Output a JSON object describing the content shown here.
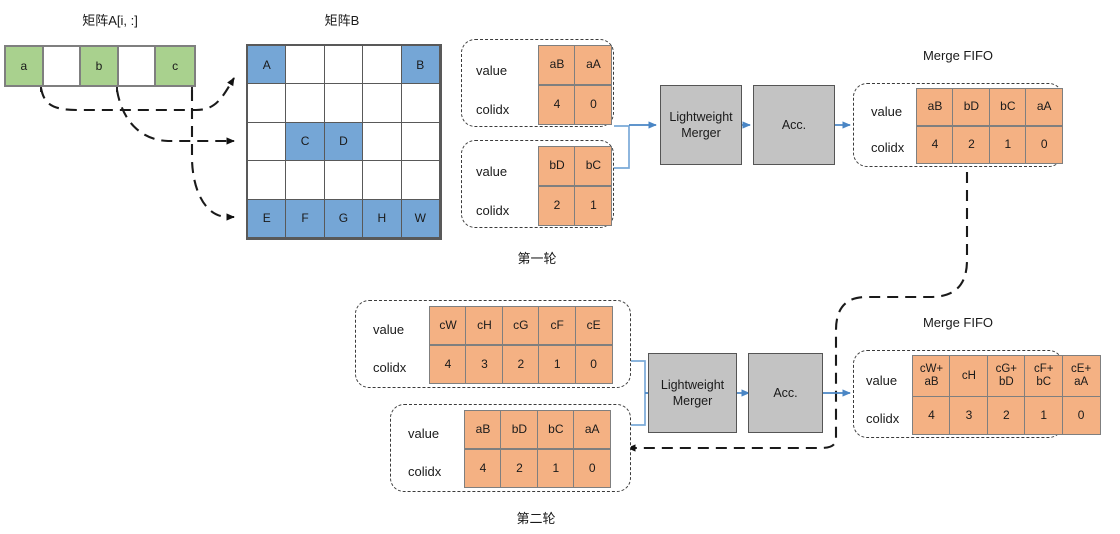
{
  "titles": {
    "matrix_a": "矩阵A[i, :]",
    "matrix_b": "矩阵B",
    "round1": "第一轮",
    "round2": "第二轮",
    "merge_fifo_1": "Merge FIFO",
    "merge_fifo_2": "Merge FIFO"
  },
  "matrix_a": {
    "cells": [
      {
        "label": "a",
        "filled": true
      },
      {
        "label": "",
        "filled": false
      },
      {
        "label": "b",
        "filled": true
      },
      {
        "label": "",
        "filled": false
      },
      {
        "label": "c",
        "filled": true
      }
    ],
    "fill_color": "#a9d18e"
  },
  "matrix_b": {
    "rows": [
      [
        {
          "label": "A",
          "filled": true
        },
        {
          "label": "",
          "filled": false
        },
        {
          "label": "",
          "filled": false
        },
        {
          "label": "",
          "filled": false
        },
        {
          "label": "B",
          "filled": true
        }
      ],
      [
        {
          "label": "",
          "filled": false
        },
        {
          "label": "",
          "filled": false
        },
        {
          "label": "",
          "filled": false
        },
        {
          "label": "",
          "filled": false
        },
        {
          "label": "",
          "filled": false
        }
      ],
      [
        {
          "label": "",
          "filled": false
        },
        {
          "label": "C",
          "filled": true
        },
        {
          "label": "D",
          "filled": true
        },
        {
          "label": "",
          "filled": false
        },
        {
          "label": "",
          "filled": false
        }
      ],
      [
        {
          "label": "",
          "filled": false
        },
        {
          "label": "",
          "filled": false
        },
        {
          "label": "",
          "filled": false
        },
        {
          "label": "",
          "filled": false
        },
        {
          "label": "",
          "filled": false
        }
      ],
      [
        {
          "label": "E",
          "filled": true
        },
        {
          "label": "F",
          "filled": true
        },
        {
          "label": "G",
          "filled": true
        },
        {
          "label": "H",
          "filled": true
        },
        {
          "label": "W",
          "filled": true
        }
      ]
    ],
    "fill_color": "#75a6d6"
  },
  "labels": {
    "value": "value",
    "colidx": "colidx"
  },
  "round1": {
    "input_a": {
      "value": [
        "aB",
        "aA"
      ],
      "colidx": [
        "4",
        "0"
      ]
    },
    "input_b": {
      "value": [
        "bD",
        "bC"
      ],
      "colidx": [
        "2",
        "1"
      ]
    },
    "merger_label": "Lightweight Merger",
    "acc_label": "Acc.",
    "fifo": {
      "value": [
        "aB",
        "bD",
        "bC",
        "aA"
      ],
      "colidx": [
        "4",
        "2",
        "1",
        "0"
      ]
    }
  },
  "round2": {
    "input_c": {
      "value": [
        "cW",
        "cH",
        "cG",
        "cF",
        "cE"
      ],
      "colidx": [
        "4",
        "3",
        "2",
        "1",
        "0"
      ]
    },
    "input_prev": {
      "value": [
        "aB",
        "bD",
        "bC",
        "aA"
      ],
      "colidx": [
        "4",
        "2",
        "1",
        "0"
      ]
    },
    "merger_label": "Lightweight Merger",
    "acc_label": "Acc.",
    "fifo": {
      "value": [
        "cW+\naB",
        "cH",
        "cG+\nbD",
        "cF+\nbC",
        "cE+\naA"
      ],
      "colidx": [
        "4",
        "3",
        "2",
        "1",
        "0"
      ]
    }
  },
  "colors": {
    "orange_cell": "#f4b183",
    "gray_block": "#c3c3c3",
    "arrow_blue": "#4a86c5",
    "dashed_black": "#1a1a1a"
  }
}
